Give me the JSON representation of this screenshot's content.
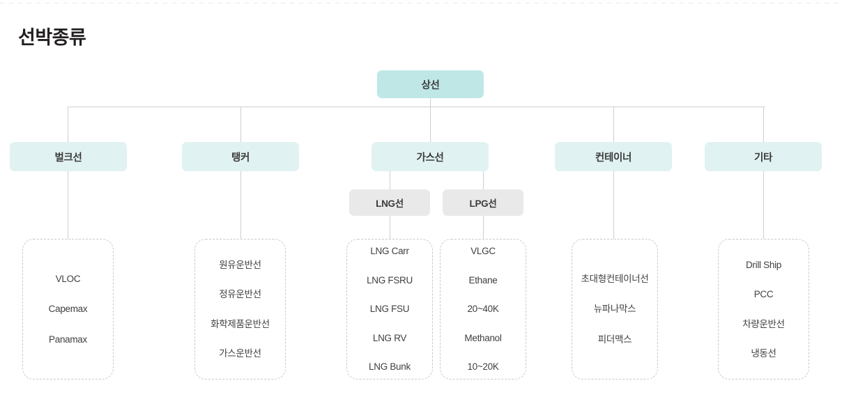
{
  "page": {
    "title": "선박종류"
  },
  "colors": {
    "level1_bg": "#bfe7e6",
    "level2_bg": "#e0f2f1",
    "level3_bg": "#e9e9e9",
    "connector": "#cfcfcf",
    "leaf_border": "#c9c9c9",
    "text": "#3b3b3b"
  },
  "tree": {
    "root": {
      "label": "상선"
    },
    "level2": [
      {
        "label": "벌크선"
      },
      {
        "label": "탱커"
      },
      {
        "label": "가스선"
      },
      {
        "label": "컨테이너"
      },
      {
        "label": "기타"
      }
    ],
    "level3": [
      {
        "label": "LNG선"
      },
      {
        "label": "LPG선"
      }
    ],
    "leaves": [
      {
        "parent": "벌크선",
        "items": [
          "VLOC",
          "Capemax",
          "Panamax"
        ]
      },
      {
        "parent": "탱커",
        "items": [
          "원유운반선",
          "정유운반선",
          "화학제품운반선",
          "가스운반선"
        ]
      },
      {
        "parent": "LNG선",
        "items": [
          "LNG Carr",
          "LNG FSRU",
          "LNG FSU",
          "LNG RV",
          "LNG Bunk"
        ]
      },
      {
        "parent": "LPG선",
        "items": [
          "VLGC",
          "Ethane",
          "20~40K",
          "Methanol",
          "10~20K"
        ]
      },
      {
        "parent": "컨테이너",
        "items": [
          "초대형컨테이너선",
          "뉴파나막스",
          "피더맥스"
        ]
      },
      {
        "parent": "기타",
        "items": [
          "Drill Ship",
          "PCC",
          "차량운반선",
          "냉동선"
        ]
      }
    ]
  }
}
